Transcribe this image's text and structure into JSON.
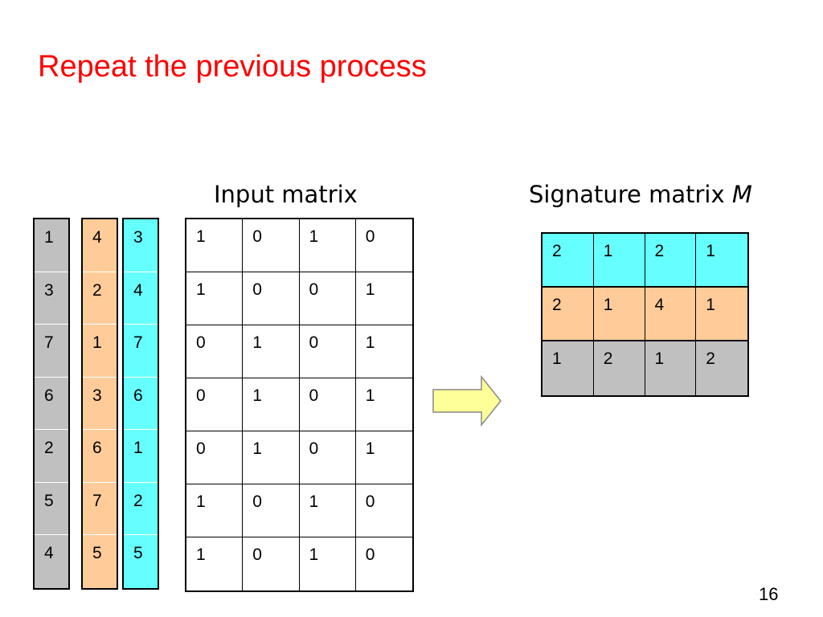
{
  "slide": {
    "title": "Repeat the previous process",
    "page_number": "16"
  },
  "labels": {
    "input_matrix": "Input matrix",
    "signature_prefix": "Signature matrix ",
    "signature_var": "M"
  },
  "permutations": [
    {
      "color": "#c0c0c0",
      "values": [
        "1",
        "3",
        "7",
        "6",
        "2",
        "5",
        "4"
      ]
    },
    {
      "color": "#ffcc99",
      "values": [
        "4",
        "2",
        "1",
        "3",
        "6",
        "7",
        "5"
      ]
    },
    {
      "color": "#66ffff",
      "values": [
        "3",
        "4",
        "7",
        "6",
        "1",
        "2",
        "5"
      ]
    }
  ],
  "input_matrix": [
    [
      "1",
      "0",
      "1",
      "0"
    ],
    [
      "1",
      "0",
      "0",
      "1"
    ],
    [
      "0",
      "1",
      "0",
      "1"
    ],
    [
      "0",
      "1",
      "0",
      "1"
    ],
    [
      "0",
      "1",
      "0",
      "1"
    ],
    [
      "1",
      "0",
      "1",
      "0"
    ],
    [
      "1",
      "0",
      "1",
      "0"
    ]
  ],
  "signature_matrix": {
    "row_colors": [
      "#66ffff",
      "#ffcc99",
      "#c0c0c0"
    ],
    "rows": [
      [
        "2",
        "1",
        "2",
        "1"
      ],
      [
        "2",
        "1",
        "4",
        "1"
      ],
      [
        "1",
        "2",
        "1",
        "2"
      ]
    ]
  },
  "colors": {
    "title": "#ff0000",
    "arrow_fill": "#ffff99",
    "arrow_stroke": "#888888"
  }
}
